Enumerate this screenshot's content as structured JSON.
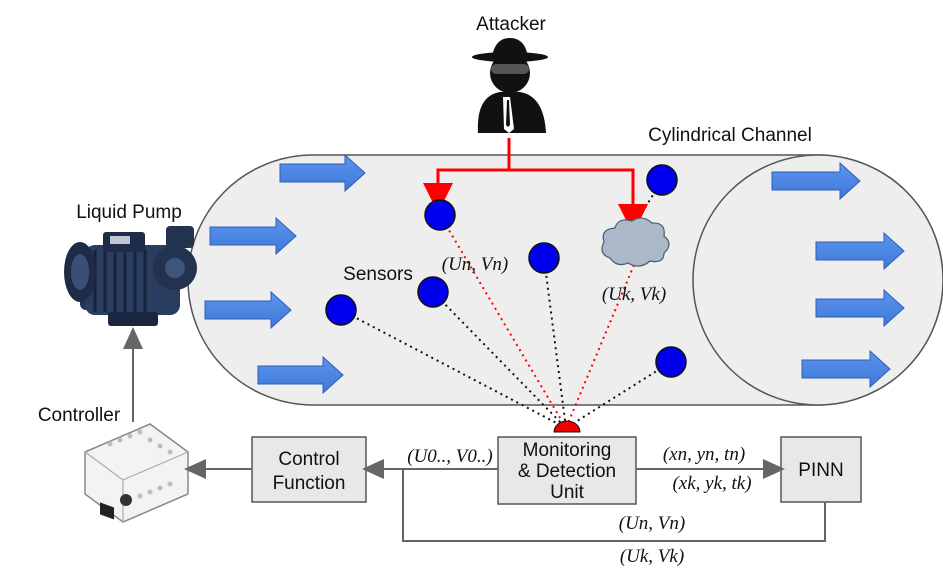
{
  "labels": {
    "attacker": "Attacker",
    "channel": "Cylindrical Channel",
    "pump": "Liquid Pump",
    "sensors": "Sensors",
    "controller": "Controller"
  },
  "math": {
    "un_vn_top": "(Un, Vn)",
    "uk_vk_top": "(Uk, Vk)",
    "u0_v0": "(U0.., V0..)",
    "xn_yn_tn": "(xn, yn, tn)",
    "xk_yk_tk": "(xk, yk, tk)",
    "un_vn_bottom": "(Un, Vn)",
    "uk_vk_bottom": "(Uk, Vk)"
  },
  "boxes": {
    "control_function": [
      "Control",
      "Function"
    ],
    "monitoring": [
      "Monitoring",
      "& Detection",
      "Unit"
    ],
    "pinn": "PINN"
  },
  "colors": {
    "channel_fill": "#eeeeee",
    "flow_arrow": "#4a86e8",
    "sensor": "#0000ee",
    "attack_line": "#ff0000",
    "box_fill": "#e8e8e8",
    "cloud": "#aab8c8"
  }
}
